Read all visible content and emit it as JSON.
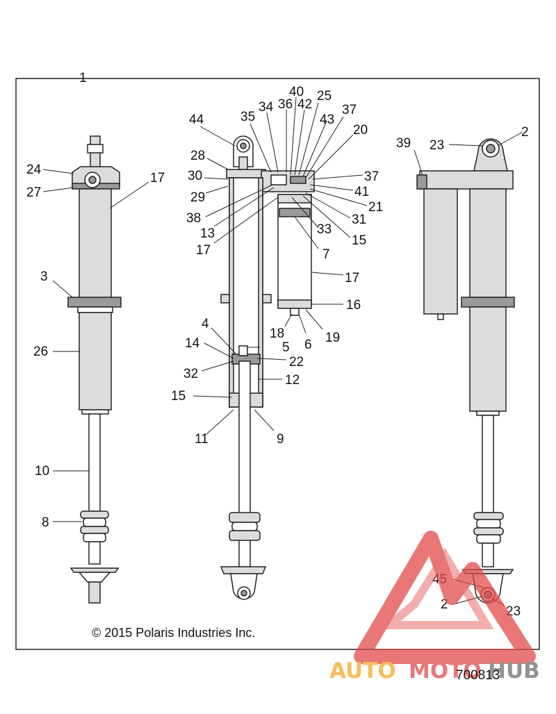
{
  "copyright": "© 2015 Polaris Industries Inc.",
  "diagram_id": "700813",
  "watermark": {
    "auto": "AUTO",
    "moto": "MOTO",
    "hub": "HUB",
    "colors": {
      "triangle": "#e24a4a",
      "auto": "#f6a623",
      "moto": "#e24a4a",
      "hub": "#6e6e6e"
    }
  },
  "callouts": [
    "1",
    "2",
    "2",
    "3",
    "4",
    "5",
    "6",
    "7",
    "8",
    "9",
    "10",
    "11",
    "12",
    "13",
    "14",
    "15",
    "15",
    "16",
    "17",
    "17",
    "17",
    "17",
    "18",
    "19",
    "20",
    "21",
    "21",
    "22",
    "23",
    "23",
    "24",
    "25",
    "26",
    "27",
    "28",
    "29",
    "30",
    "31",
    "32",
    "33",
    "34",
    "35",
    "36",
    "37",
    "37",
    "38",
    "39",
    "40",
    "41",
    "42",
    "43",
    "44",
    "45"
  ]
}
